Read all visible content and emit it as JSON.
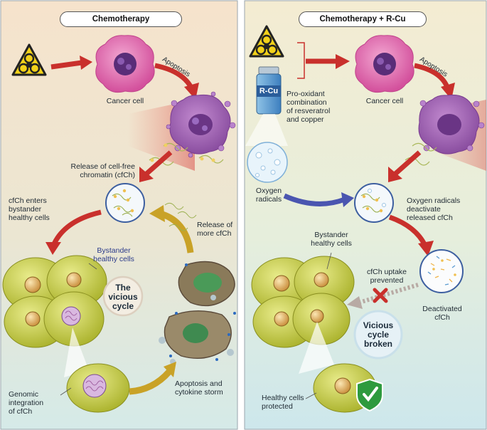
{
  "panels": {
    "left": {
      "title": "Chemotherapy",
      "labels": {
        "apoptosis": "Apoptosis",
        "cancer_cell": "Cancer cell",
        "release_cfch": "Release of cell-free\nchromatin (cfCh)",
        "cfch_enters": "cfCh enters\nbystander\nhealthy cells",
        "release_more": "Release of\nmore cfCh",
        "bystander": "Bystander\nhealthy cells",
        "vicious_cycle": "The\nvicious\ncycle",
        "genomic": "Genomic\nintegration\nof cfCh",
        "apoptosis_storm": "Apoptosis and\ncytokine storm"
      }
    },
    "right": {
      "title": "Chemotherapy + R-Cu",
      "labels": {
        "vial": "R-Cu",
        "pro_oxidant": "Pro-oxidant\ncombination\nof resveratrol\nand copper",
        "apoptosis": "Apoptosis",
        "cancer_cell": "Cancer cell",
        "oxygen_radicals": "Oxygen\nradicals",
        "radicals_deactivate": "Oxygen radicals\ndeactivate\nreleased cfCh",
        "bystander": "Bystander\nhealthy cells",
        "uptake_prevented": "cfCh uptake\nprevented",
        "deactivated": "Deactivated\ncfCh",
        "vicious_broken": "Vicious\ncycle\nbroken",
        "protected": "Healthy cells\nprotected"
      }
    }
  },
  "colors": {
    "left_bg_top": "#f6e3cc",
    "left_bg_bottom": "#d9ecea",
    "right_bg_top": "#f4ecd2",
    "right_bg_bottom": "#cfe8ec",
    "arrow_red": "#c9302c",
    "arrow_gold": "#c9a227",
    "arrow_blue": "#4a55b0",
    "cancer_pink": "#e06fb0",
    "healthy_yellow": "#c8cf3c",
    "hazard_yellow": "#f3d21a",
    "shield_green": "#2e9a3e"
  },
  "icons": [
    "biohazard-icon",
    "vial-icon",
    "check-shield-icon",
    "blocked-x-icon"
  ]
}
